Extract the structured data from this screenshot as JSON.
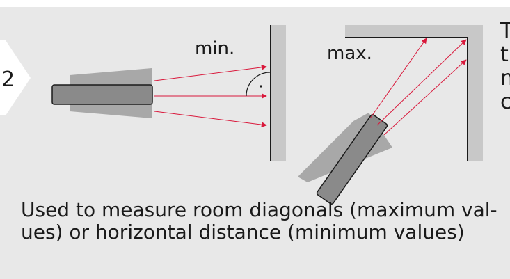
{
  "step": {
    "number": "2"
  },
  "diagram": {
    "min_label": "min.",
    "max_label": "max.",
    "angle_marker": "·",
    "colors": {
      "panel_bg": "#e8e8e8",
      "wall": "#c8c8c8",
      "device": "#8a8a8a",
      "beam_cone": "#a8a8a8",
      "beam_line": "#d9183b"
    }
  },
  "side_text": {
    "lines": [
      "T",
      "t",
      "n",
      "c"
    ]
  },
  "caption": {
    "line1": "Used to measure room diagonals (maximum val-",
    "line2": "ues) or horizontal distance (minimum values)"
  }
}
